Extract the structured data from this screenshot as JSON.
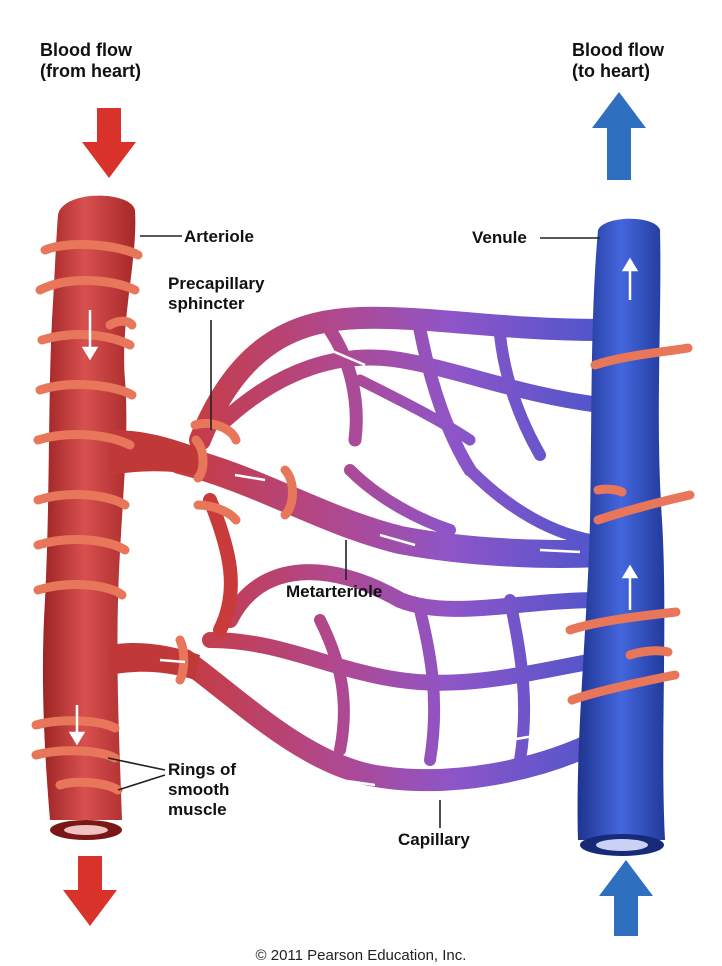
{
  "labels": {
    "flow_in_line1": "Blood flow",
    "flow_in_line2": "(from heart)",
    "flow_out_line1": "Blood flow",
    "flow_out_line2": "(to heart)",
    "arteriole": "Arteriole",
    "venule": "Venule",
    "precap_line1": "Precapillary",
    "precap_line2": "sphincter",
    "metarteriole": "Metarteriole",
    "rings_line1": "Rings of",
    "rings_line2": "smooth",
    "rings_line3": "muscle",
    "capillary": "Capillary"
  },
  "copyright": "© 2011 Pearson Education, Inc.",
  "colors": {
    "arterial": "#c93a3a",
    "arterial_dark": "#9e2424",
    "venous": "#2f4fc4",
    "venous_dark": "#1f3490",
    "capillary_mix": "#8e55c8",
    "muscle_ring": "#e8765a",
    "arrow_red": "#d8322a",
    "arrow_blue": "#2e6fc0"
  }
}
